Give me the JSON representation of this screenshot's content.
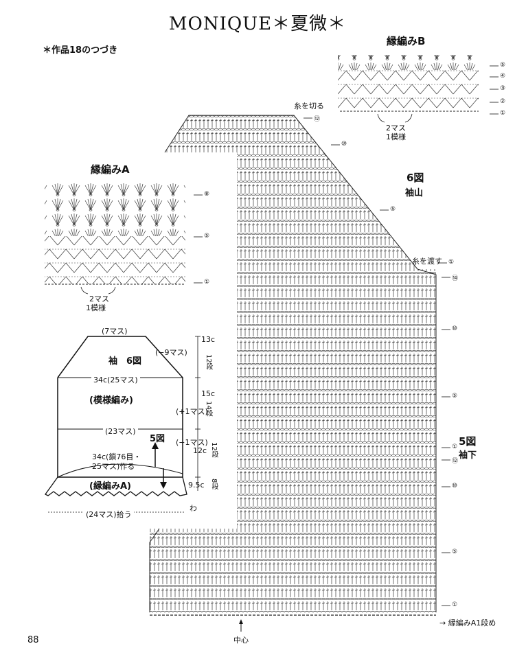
{
  "header": {
    "title": "MONIQUE＊夏微＊",
    "subtitle": "＊作品18のつづき"
  },
  "page_number": "88",
  "edging_b": {
    "title": "縁編みB",
    "rows": [
      "⑤",
      "④",
      "③",
      "②",
      "①"
    ],
    "repeat_line1": "2マス",
    "repeat_line2": "1模様"
  },
  "edging_a": {
    "title": "縁編みA",
    "rows": [
      "⑧",
      "⑤",
      "①"
    ],
    "repeat_line1": "2マス",
    "repeat_line2": "1模様"
  },
  "main_chart": {
    "fig6_label": "6図",
    "fig6_sub": "袖山",
    "fig5_label": "5図",
    "fig5_sub": "袖下",
    "cut_yarn": "糸を切る",
    "pass_yarn": "糸を渡す",
    "center": "中心",
    "row_12_top": "⑫",
    "row_10_top": "⑩",
    "row_5_top": "⑤",
    "row_1_mid": "①",
    "row_14": "⑭",
    "row_10_a": "⑩",
    "row_5_a": "⑤",
    "row_1_b": "①",
    "row_12_b": "⑫",
    "row_10_b": "⑩",
    "row_5_b": "⑤",
    "row_1_c": "①",
    "edging_row": "→ 縁編みA1段め"
  },
  "schematic": {
    "top_width": "(7マス)",
    "sleeve_label": "袖　6図",
    "dec_9": "(−9マス)",
    "h_13c": "13c",
    "rows_12": "12段",
    "width_34c": "34c(25マス)",
    "pattern": "(模様編み)",
    "h_15c": "15c",
    "inc_1": "(+1マス)",
    "rows_14": "14段",
    "mid_23": "(23マス)",
    "fig5": "5図",
    "dec_1": "(−1マス)",
    "h_12c": "12c",
    "rows_12b": "12段",
    "chain_line1": "34c(鎖76目・",
    "chain_line2": "25マス)作る",
    "edging_a": "(縁編みA)",
    "h_95c": "9.5c",
    "rows_8": "8段",
    "ring": "わ",
    "pick_up": "(24マス)拾う"
  }
}
